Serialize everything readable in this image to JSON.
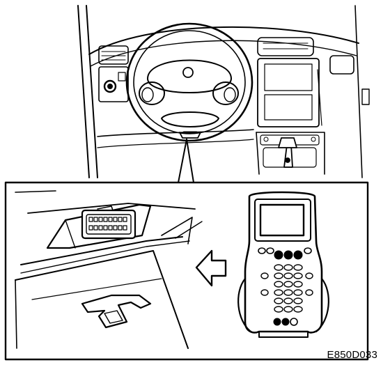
{
  "figure": {
    "code": "E850D033",
    "ink_color": "#000000",
    "paper_color": "#ffffff"
  },
  "parts": {
    "steering_wheel": "steering-wheel",
    "dashboard": "dashboard",
    "gear_lever": "gear-lever",
    "diagnostic_connector": "obd-connector",
    "scan_tool": "handheld-scan-tool",
    "connection_arrow": "arrow-left-icon"
  }
}
